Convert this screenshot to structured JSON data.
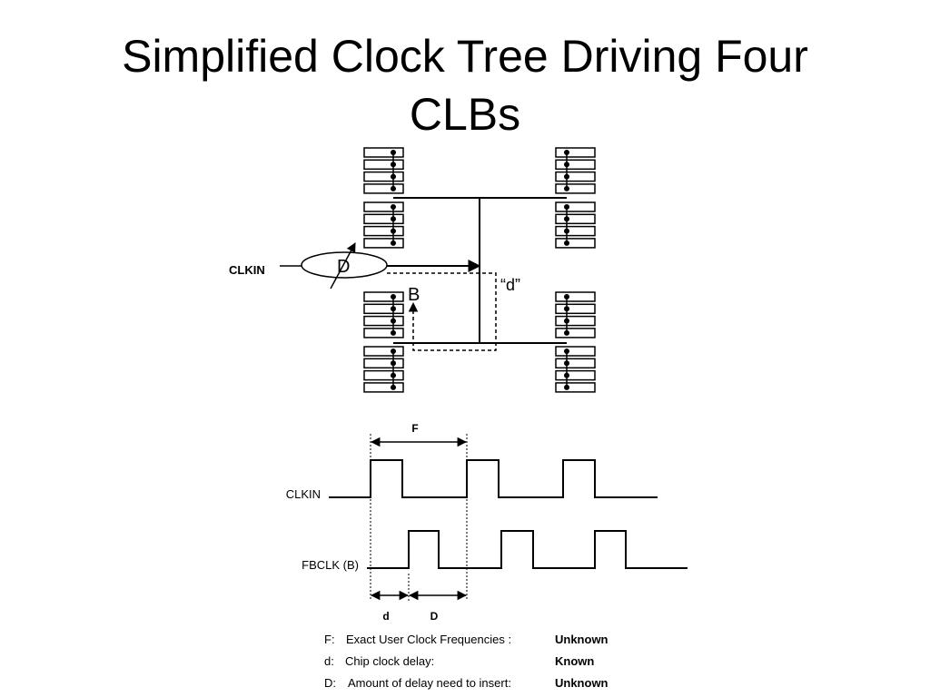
{
  "slide": {
    "title_line1": "Simplified Clock Tree Driving Four",
    "title_line2": "CLBs"
  },
  "tree": {
    "clkin_label": "CLKIN",
    "delay_element_label": "D",
    "feedback_point_label": "B",
    "chip_delay_label": "“d”"
  },
  "timing": {
    "period_label": "F",
    "signals": [
      {
        "label": "CLKIN"
      },
      {
        "label": "FBCLK (B)"
      }
    ],
    "small_delay_label": "d",
    "insert_delay_label": "D"
  },
  "legend": [
    {
      "key": "F:",
      "description": "Exact User Clock Frequencies :",
      "status": "Unknown"
    },
    {
      "key": "d:",
      "description": "Chip clock delay:",
      "status": "Known"
    },
    {
      "key": "D:",
      "description": "Amount of delay need to insert:",
      "status": "Unknown"
    }
  ]
}
